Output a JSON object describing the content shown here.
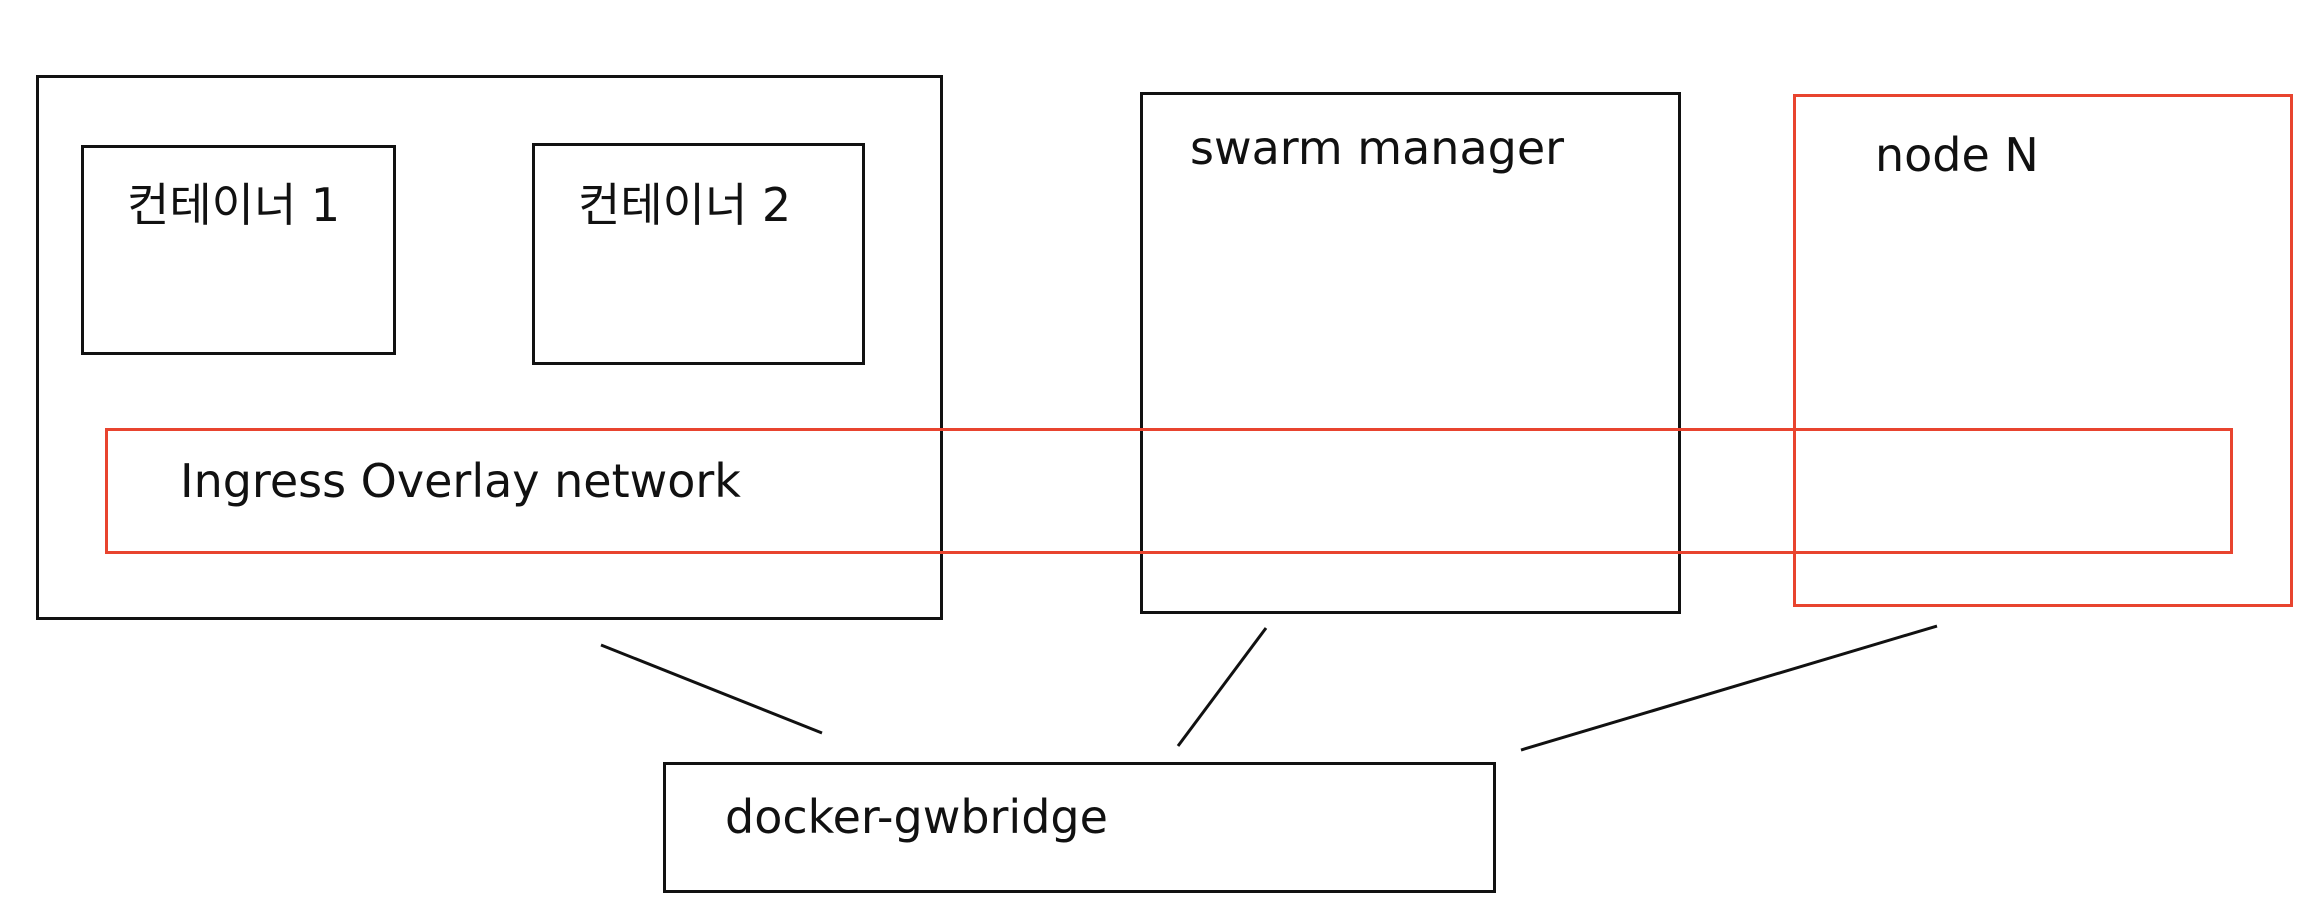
{
  "diagram": {
    "host_box": {},
    "containers": [
      {
        "label": "컨테이너 1"
      },
      {
        "label": "컨테이너 2"
      }
    ],
    "ingress": {
      "label": "Ingress Overlay network"
    },
    "swarm_manager": {
      "label": "swarm manager"
    },
    "node_n": {
      "label": "node N"
    },
    "gwbridge": {
      "label": "docker-gwbridge"
    },
    "colors": {
      "black_border": "#111111",
      "red_border": "#e8442f",
      "background": "#ffffff"
    }
  }
}
